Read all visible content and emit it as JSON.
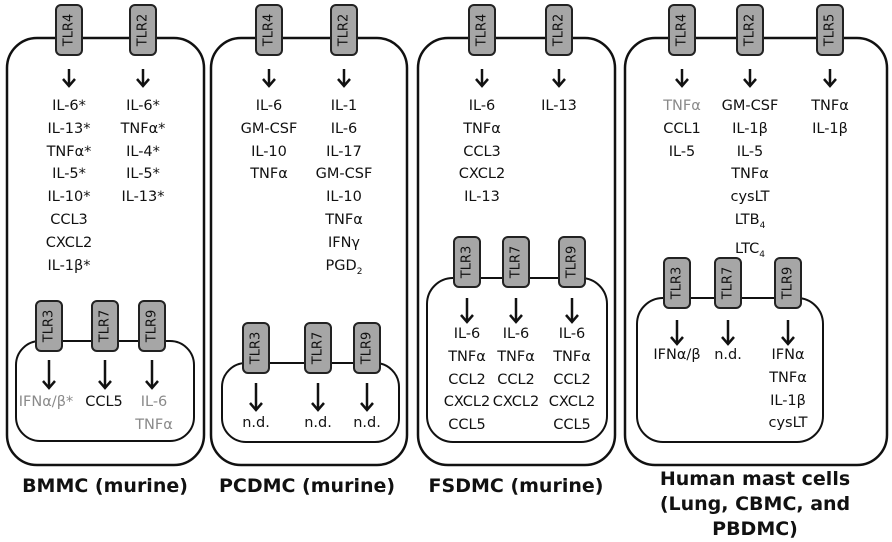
{
  "panels": [
    {
      "label": "BMMC (murine)",
      "surface": [
        {
          "receptor": "TLR4",
          "outputs": [
            "IL-6*",
            "IL-13*",
            "TNFα*",
            "IL-5*",
            "IL-10*",
            "CCL3",
            "CXCL2",
            "IL-1β*"
          ],
          "gray": []
        },
        {
          "receptor": "TLR2",
          "outputs": [
            "IL-6*",
            "TNFα*",
            "IL-4*",
            "IL-5*",
            "IL-13*"
          ],
          "gray": []
        }
      ],
      "endosome": [
        {
          "receptor": "TLR3",
          "outputs": [
            "IFNα/β*"
          ],
          "gray": [
            0
          ]
        },
        {
          "receptor": "TLR7",
          "outputs": [
            "CCL5"
          ],
          "gray": []
        },
        {
          "receptor": "TLR9",
          "outputs": [
            "IL-6",
            "TNFα"
          ],
          "gray": [
            0,
            1
          ]
        }
      ]
    },
    {
      "label": "PCDMC (murine)",
      "surface": [
        {
          "receptor": "TLR4",
          "outputs": [
            "IL-6",
            "GM-CSF",
            "IL-10",
            "TNFα"
          ],
          "gray": []
        },
        {
          "receptor": "TLR2",
          "outputs": [
            "IL-1",
            "IL-6",
            "IL-17",
            "GM-CSF",
            "IL-10",
            "TNFα",
            "IFNγ",
            "PGD",
            "2"
          ],
          "gray": []
        }
      ],
      "endosome": [
        {
          "receptor": "TLR3",
          "outputs": [
            "n.d."
          ],
          "gray": []
        },
        {
          "receptor": "TLR7",
          "outputs": [
            "n.d."
          ],
          "gray": []
        },
        {
          "receptor": "TLR9",
          "outputs": [
            "n.d."
          ],
          "gray": []
        }
      ]
    },
    {
      "label": "FSDMC (murine)",
      "surface": [
        {
          "receptor": "TLR4",
          "outputs": [
            "IL-6",
            "TNFα",
            "CCL3",
            "CXCL2",
            "IL-13"
          ],
          "gray": []
        },
        {
          "receptor": "TLR2",
          "outputs": [
            "IL-13"
          ],
          "gray": []
        }
      ],
      "endosome": [
        {
          "receptor": "TLR3",
          "outputs": [
            "IL-6",
            "TNFα",
            "CCL2",
            "CXCL2",
            "CCL5"
          ],
          "gray": []
        },
        {
          "receptor": "TLR7",
          "outputs": [
            "IL-6",
            "TNFα",
            "CCL2",
            "CXCL2"
          ],
          "gray": []
        },
        {
          "receptor": "TLR9",
          "outputs": [
            "IL-6",
            "TNFα",
            "CCL2",
            "CXCL2",
            "CCL5"
          ],
          "gray": []
        }
      ]
    },
    {
      "label_lines": [
        "Human mast cells",
        "(Lung, CBMC, and PBDMC)"
      ],
      "surface": [
        {
          "receptor": "TLR4",
          "outputs": [
            "TNFα",
            "CCL1",
            "IL-5"
          ],
          "gray": [
            0
          ]
        },
        {
          "receptor": "TLR2",
          "outputs": [
            "GM-CSF",
            "IL-1β",
            "IL-5",
            "TNFα",
            "cysLT",
            "LTB",
            "4",
            "LTC",
            "4"
          ],
          "gray": []
        },
        {
          "receptor": "TLR5",
          "outputs": [
            "TNFα",
            "IL-1β"
          ],
          "gray": []
        }
      ],
      "endosome": [
        {
          "receptor": "TLR3",
          "outputs": [
            "IFNα/β"
          ],
          "gray": []
        },
        {
          "receptor": "TLR7",
          "outputs": [
            "n.d."
          ],
          "gray": []
        },
        {
          "receptor": "TLR9",
          "outputs": [
            "IFNα",
            "TNFα",
            "IL-1β",
            "cysLT"
          ],
          "gray": []
        }
      ]
    }
  ]
}
